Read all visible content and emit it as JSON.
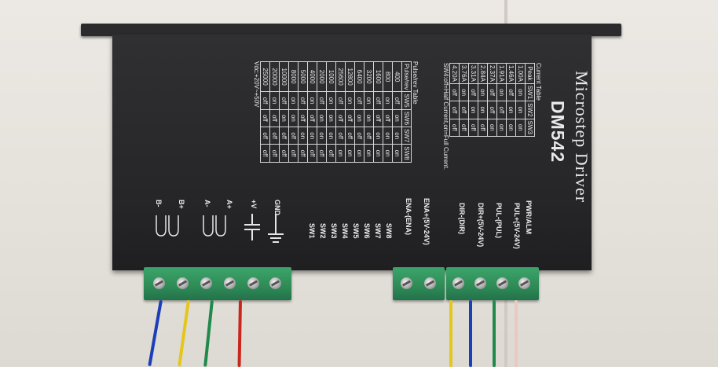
{
  "brand": "Microstep Driver",
  "model": "DM542",
  "current_table": {
    "title": "Current Table",
    "headers": [
      "Peak",
      "SW1",
      "SW2",
      "SW3"
    ],
    "rows": [
      [
        "1.00A",
        "on",
        "on",
        "on"
      ],
      [
        "1.46A",
        "off",
        "on",
        "on"
      ],
      [
        "1.91A",
        "on",
        "off",
        "on"
      ],
      [
        "2.37A",
        "off",
        "off",
        "on"
      ],
      [
        "2.84A",
        "on",
        "on",
        "off"
      ],
      [
        "3.31A",
        "off",
        "on",
        "off"
      ],
      [
        "3.76A",
        "on",
        "off",
        "off"
      ],
      [
        "4.20A",
        "off",
        "off",
        "off"
      ]
    ],
    "note": "SW4:off=Half Current,on=Full Current."
  },
  "pulse_table": {
    "title": "Pulse/rev Table",
    "headers": [
      "Pulse/rev",
      "SW5",
      "SW6",
      "SW7",
      "SW8"
    ],
    "rows": [
      [
        "400",
        "off",
        "on",
        "on",
        "on"
      ],
      [
        "800",
        "on",
        "off",
        "on",
        "on"
      ],
      [
        "1600",
        "off",
        "off",
        "on",
        "on"
      ],
      [
        "3200",
        "on",
        "on",
        "off",
        "on"
      ],
      [
        "6400",
        "off",
        "on",
        "off",
        "on"
      ],
      [
        "12800",
        "on",
        "off",
        "off",
        "on"
      ],
      [
        "25600",
        "off",
        "off",
        "off",
        "on"
      ],
      [
        "1000",
        "on",
        "on",
        "on",
        "off"
      ],
      [
        "2000",
        "off",
        "on",
        "on",
        "off"
      ],
      [
        "4000",
        "on",
        "off",
        "on",
        "off"
      ],
      [
        "5000",
        "off",
        "off",
        "on",
        "off"
      ],
      [
        "8000",
        "on",
        "on",
        "off",
        "off"
      ],
      [
        "10000",
        "off",
        "on",
        "off",
        "off"
      ],
      [
        "20000",
        "on",
        "off",
        "off",
        "off"
      ],
      [
        "25000",
        "off",
        "off",
        "off",
        "off"
      ]
    ],
    "note": "Vdc:+20V~+50V"
  },
  "switch_labels": [
    "SW8",
    "SW7",
    "SW6",
    "SW5",
    "SW4",
    "SW3",
    "SW2",
    "SW1"
  ],
  "signal_labels": [
    "PWR/ALM",
    "PUL+(5V-24V)",
    "PUL-(PUL)",
    "DIR+(5V-24V)",
    "DIR-(DIR)",
    "ENA+(5V-24V)",
    "ENA-(ENA)"
  ],
  "power_labels": [
    "GND",
    "+V",
    "A+",
    "A-",
    "B+",
    "B-"
  ],
  "wire_colors": {
    "blue": "#1b3fb8",
    "yellow": "#e5c61a",
    "green": "#1f8a4c",
    "red": "#c8271e",
    "pink": "#e9c9c0"
  }
}
